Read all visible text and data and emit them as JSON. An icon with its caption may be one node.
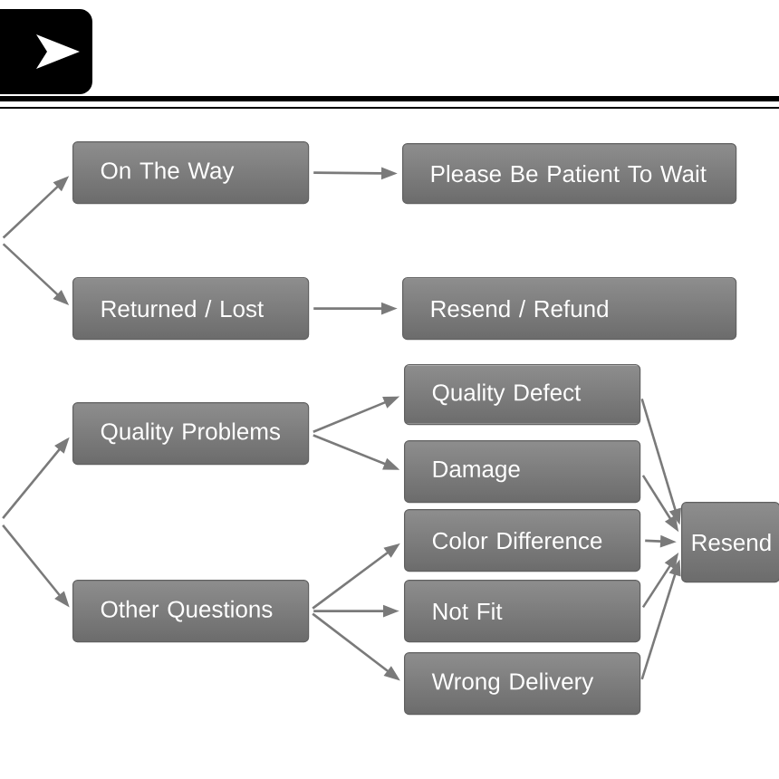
{
  "diagram": {
    "nodes": [
      {
        "text": [
          "On The Way"
        ]
      },
      {
        "text": [
          "Please Be Patient To Wait"
        ]
      },
      {
        "text": [
          "Returned / Lost"
        ]
      },
      {
        "text": [
          "Resend / Refund"
        ]
      },
      {
        "text": [
          "Quality Problems"
        ]
      },
      {
        "text": [
          "Quality Defect"
        ]
      },
      {
        "text": [
          "Damage"
        ]
      },
      {
        "text": [
          "Other Questions"
        ]
      },
      {
        "text": [
          "Color Difference"
        ]
      },
      {
        "text": [
          "Not Fit"
        ]
      },
      {
        "text": [
          "Wrong Delivery"
        ]
      },
      {
        "text": [
          "Resend"
        ]
      }
    ],
    "edges": [
      {
        "from": null,
        "to": 0,
        "arrow": "to"
      },
      {
        "from": null,
        "to": 2,
        "arrow": "to"
      },
      {
        "from": 0,
        "to": 1,
        "arrow": "to"
      },
      {
        "from": 2,
        "to": 3,
        "arrow": "to"
      },
      {
        "from": null,
        "to": 4,
        "arrow": "to"
      },
      {
        "from": null,
        "to": 7,
        "arrow": "to"
      },
      {
        "from": 4,
        "to": 5,
        "arrow": "to"
      },
      {
        "from": 4,
        "to": 6,
        "arrow": "to"
      },
      {
        "from": 7,
        "to": 8,
        "arrow": "to"
      },
      {
        "from": 7,
        "to": 9,
        "arrow": "to"
      },
      {
        "from": 7,
        "to": 10,
        "arrow": "to"
      },
      {
        "from": 5,
        "to": 11,
        "arrow": "to"
      },
      {
        "from": 6,
        "to": 11,
        "arrow": "to"
      },
      {
        "from": 8,
        "to": 11,
        "arrow": "to"
      },
      {
        "from": 9,
        "to": 11,
        "arrow": "to"
      },
      {
        "from": 10,
        "to": 11,
        "arrow": "to"
      }
    ]
  }
}
